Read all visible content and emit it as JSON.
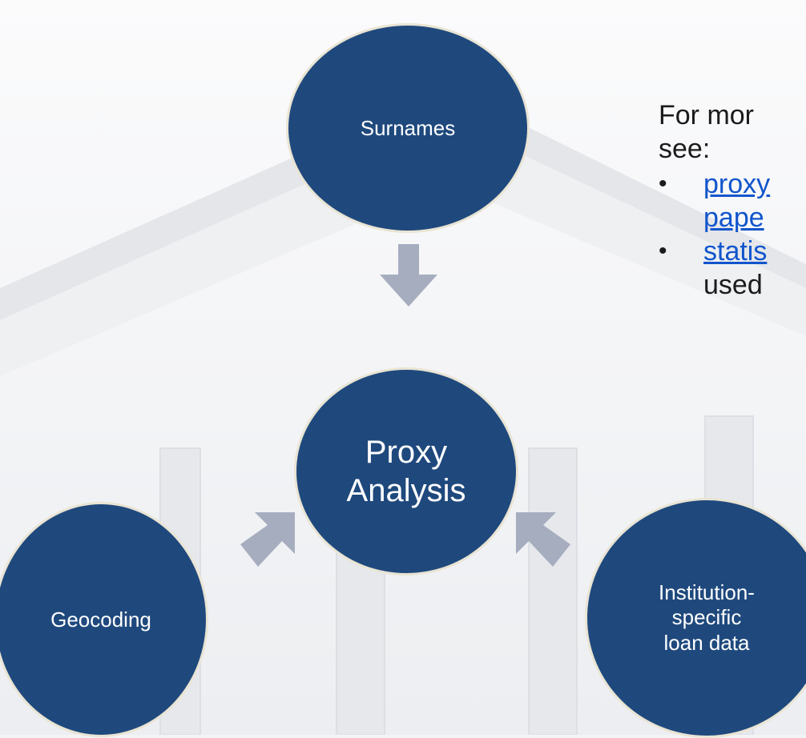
{
  "diagram": {
    "nodes": {
      "surnames": "Surnames",
      "proxy": "Proxy\nAnalysis",
      "geocoding": "Geocoding",
      "institution": "Institution-\nspecific\nloan data"
    },
    "colors": {
      "node_fill": "#1f497d",
      "node_border": "#e9e4d4",
      "arrow": "#a6adbf",
      "link": "#1155cc"
    }
  },
  "side_text": {
    "intro_line1": "For mor",
    "intro_line2": "see:",
    "bullet": "•",
    "link1_line1": "proxy",
    "link1_line2": "pape",
    "link2_line1": "statis",
    "link2_line2": "used"
  }
}
